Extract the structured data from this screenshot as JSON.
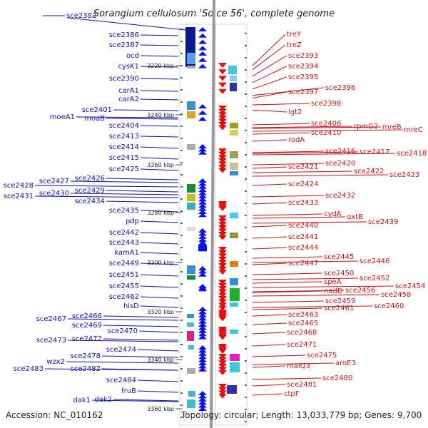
{
  "title": "Sorangium cellulosum 'So ce 56', complete genome",
  "footer": {
    "accession": "Accession: NC_010162",
    "info": "Topology: circular; Length: 13,033,779 bp; Genes: 9,700"
  },
  "colors": {
    "left_strand": "#0a14e6",
    "right_strand": "#e01010",
    "left_label": "#1010b0",
    "right_label": "#cc1010",
    "tick": "#2e8b2e",
    "axis": "#999999"
  },
  "scale_ticks": [
    "3220 kbp",
    "3240 kbp",
    "3260 kbp",
    "3280 kbp",
    "3300 kbp",
    "3320 kbp",
    "3340 kbp",
    "3360 kbp"
  ],
  "left_genes": [
    "sce2382",
    "sce2386",
    "sce2387",
    "ocd",
    "cysK1",
    "sce2390",
    "carA1",
    "carA2",
    "sce2401",
    "moeA1",
    "moaB",
    "sce2404",
    "sce2413",
    "sce2414",
    "sce2415",
    "sce2425",
    "sce2426",
    "sce2427",
    "sce2428",
    "sce2429",
    "sce2430",
    "sce2431",
    "sce2434",
    "sce2435",
    "pdp",
    "sce2442",
    "sce2443",
    "kamA1",
    "sce2449",
    "sce2451",
    "sce2455",
    "sce2462",
    "hisD",
    "sce2466",
    "sce2467",
    "sce2469",
    "sce2470",
    "sce2472",
    "sce2473",
    "sce2474",
    "sce2478",
    "wzx2",
    "sce2482",
    "sce2483",
    "sce2484",
    "fruB",
    "dak1",
    "dak2"
  ],
  "right_genes": [
    "treY",
    "treZ",
    "sce2393",
    "sce2394",
    "sce2395",
    "sce2396",
    "sce2397",
    "sce2398",
    "lgt2",
    "sce2406",
    "rpmG2",
    "mreB",
    "mreC",
    "sce2410",
    "rodA",
    "sce2416",
    "sce2417",
    "sce2418",
    "sce2420",
    "sce2421",
    "sce2422",
    "sce2423",
    "sce2424",
    "sce2432",
    "sce2433",
    "cydA",
    "qxtB",
    "sce2439",
    "sce2440",
    "sce2441",
    "sce2444",
    "sce2445",
    "sce2446",
    "sce2447",
    "sce2450",
    "sce2452",
    "speA",
    "sce2454",
    "nadD",
    "sce2456",
    "sce2458",
    "sce2459",
    "sce2460",
    "sce2461",
    "sce2463",
    "sce2465",
    "sce2468",
    "sce2471",
    "sce2475",
    "aroE3",
    "malQ3",
    "sce2480",
    "sce2481",
    "ctpF"
  ]
}
